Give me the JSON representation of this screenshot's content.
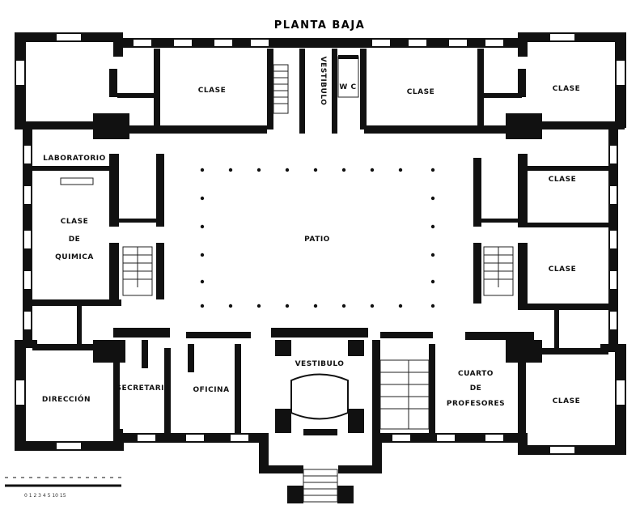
{
  "title": "PLANTA BAJA",
  "rooms": {
    "clase_top_left": "CLASE",
    "vestibulo_top": "VESTIBULO",
    "wc": "W C",
    "clase_top_mid": "CLASE",
    "clase_top_right": "CLASE",
    "laboratorio": "LABORATORIO",
    "clase_quimica_1": "CLASE",
    "clase_quimica_2": "DE",
    "clase_quimica_3": "QUIMICA",
    "patio": "PATIO",
    "clase_right_1": "CLASE",
    "clase_right_2": "CLASE",
    "direccion": "DIRECCIÓN",
    "secretaria": "SECRETARIA",
    "oficina": "OFICINA",
    "vestibulo_main": "VESTIBULO",
    "cuarto_1": "CUARTO",
    "cuarto_2": "DE",
    "cuarto_3": "PROFESORES",
    "clase_bottom_right": "CLASE"
  },
  "scale_text": "0 1 2 3 4 5 10 15"
}
